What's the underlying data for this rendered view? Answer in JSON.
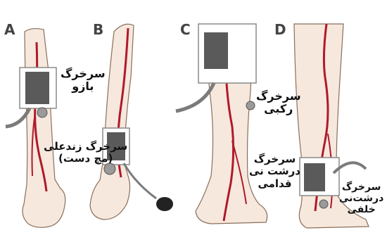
{
  "panels": [
    {
      "letter": "A"
    },
    {
      "letter": "B"
    },
    {
      "letter": "C"
    },
    {
      "letter": "D"
    }
  ],
  "labels": {
    "brachial": "سرخرگ\nبازو",
    "radial": "سرخرگ زندعلی\n(مچ دست)",
    "popliteal": "سرخرگ\nرکبی",
    "anterior_tibial": "سرخرگ\nدرشت نی\nقدامی",
    "posterior_tibial": "سرخرگ\nدرشت‌نی\nخلفی"
  },
  "colors": {
    "skin": "#f6e8dc",
    "skin_outline": "#8a6f5c",
    "artery": "#b0192a",
    "cuff": "#ffffff",
    "cuff_panel": "#5a5a5a",
    "tube": "#7b7b7b"
  }
}
